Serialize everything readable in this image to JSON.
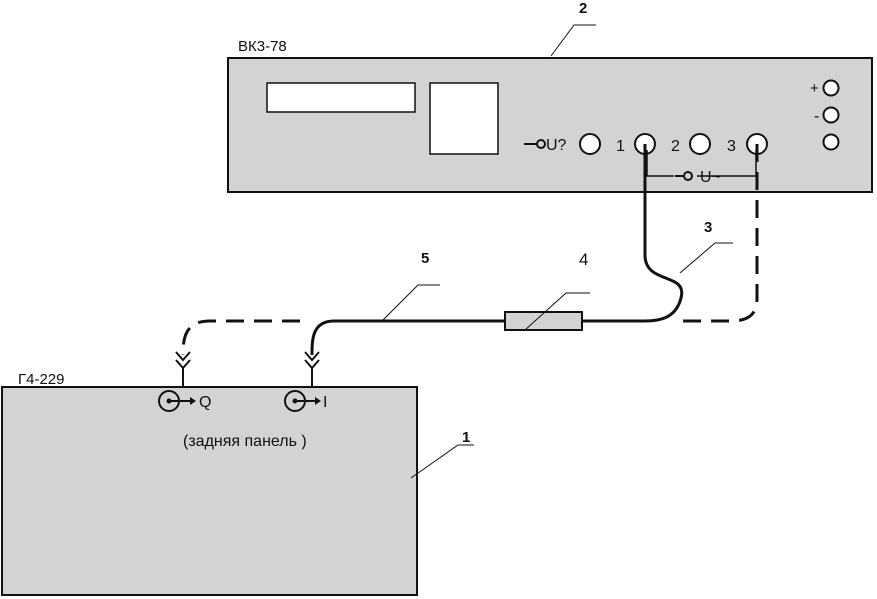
{
  "colors": {
    "panel_fill": "#d3d3d3",
    "stroke": "#111111",
    "background": "#ffffff",
    "resistor_fill": "#d3d3d3"
  },
  "generator": {
    "name": "Г4-229",
    "connectors": [
      {
        "id": "q",
        "label": "Q"
      },
      {
        "id": "i",
        "label": "I"
      }
    ],
    "caption": "(задняя панель )"
  },
  "voltmeter": {
    "name": "ВК3-78",
    "u_dc_label": "U?",
    "u_ac_label": "U~",
    "terminals": [
      "1",
      "2",
      "3"
    ],
    "plus_label": "+",
    "minus_label": "-"
  },
  "callouts": {
    "c1": "1",
    "c2": "2",
    "c3": "3",
    "c4": "4",
    "c5": "5"
  }
}
